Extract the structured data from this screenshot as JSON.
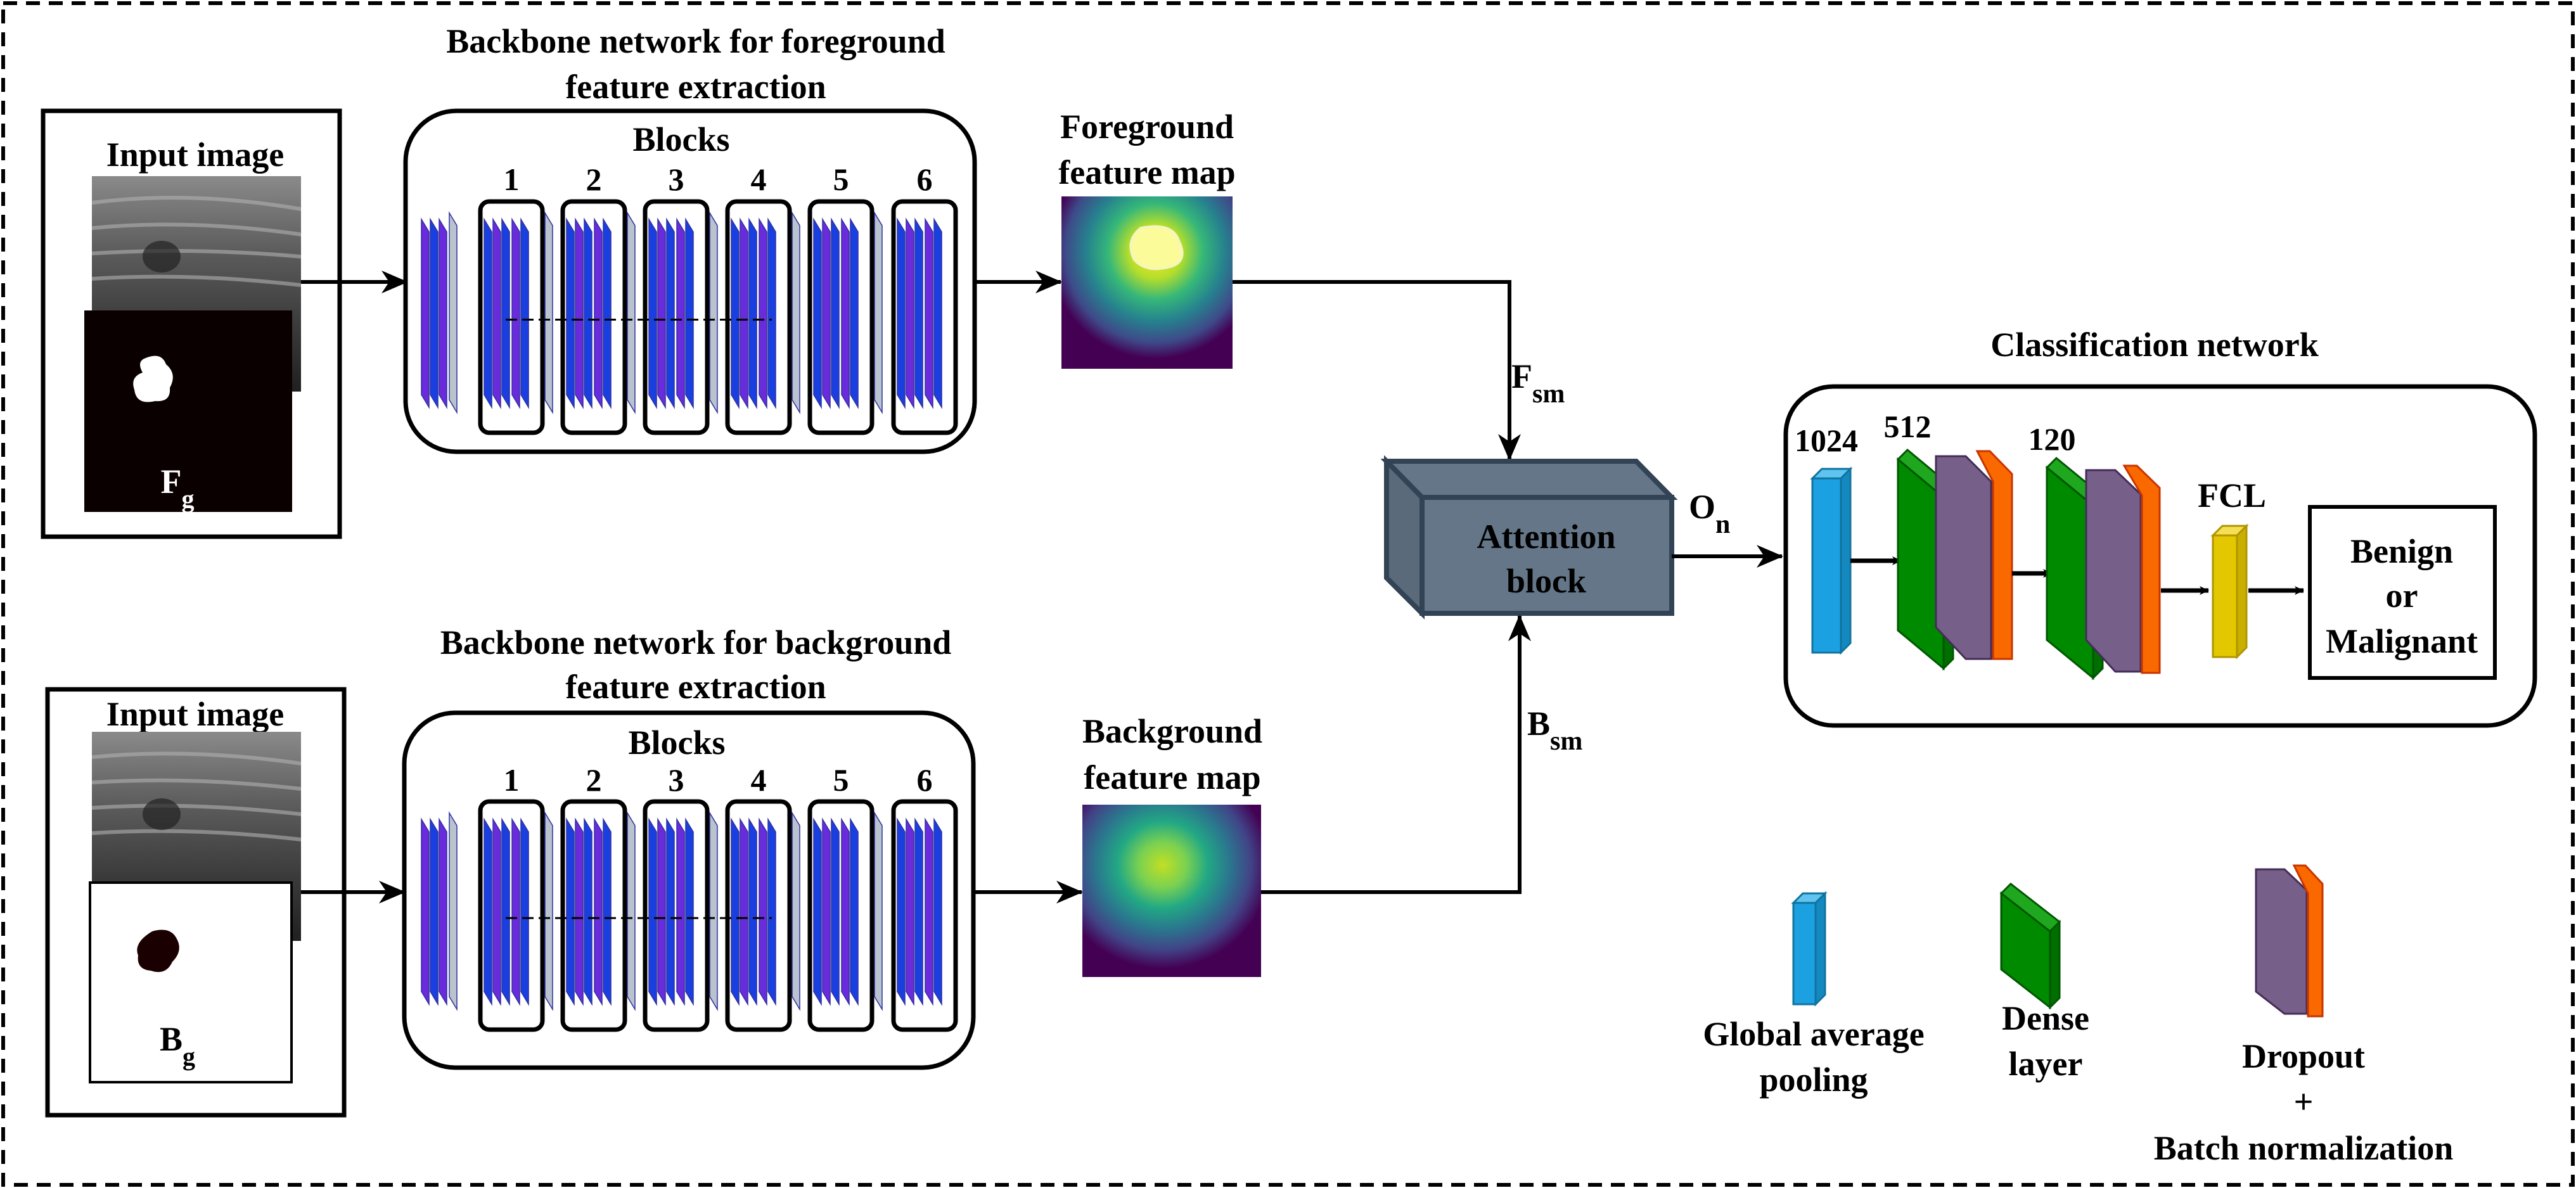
{
  "colors": {
    "conv_blue": "#1a3fe0",
    "conv_purple": "#6a2bdc",
    "pool_gray": "#b9c3cd",
    "attention_fill": "#647687",
    "attention_stroke": "#314354",
    "gap_blue": "#1ba1e2",
    "dense_green": "#008a00",
    "dropout_purple": "#76608a",
    "bn_orange": "#fa6800",
    "fcl_yellow": "#e3c800"
  },
  "icons": {
    "input_image_foreground": "ultrasound-with-foreground-mask",
    "input_image_background": "ultrasound-with-background-mask",
    "feature_map_foreground": "viridis-heatmap",
    "feature_map_background": "viridis-heatmap",
    "attention_block": "3d-box"
  },
  "foreground": {
    "input_title": "Input image",
    "mask_label_main": "F",
    "mask_label_sub": "g",
    "backbone_title_line1": "Backbone network for foreground",
    "backbone_title_line2": "feature extraction",
    "blocks_title": "Blocks",
    "block_numbers": [
      "1",
      "2",
      "3",
      "4",
      "5",
      "6"
    ],
    "feature_map_line1": "Foreground",
    "feature_map_line2": "feature map",
    "output_label_main": "F",
    "output_label_sub": "sm"
  },
  "background": {
    "input_title": "Input image",
    "mask_label_main": "B",
    "mask_label_sub": "g",
    "backbone_title_line1": "Backbone network for background",
    "backbone_title_line2": "feature extraction",
    "blocks_title": "Blocks",
    "block_numbers": [
      "1",
      "2",
      "3",
      "4",
      "5",
      "6"
    ],
    "feature_map_line1": "Background",
    "feature_map_line2": "feature map",
    "output_label_main": "B",
    "output_label_sub": "sm"
  },
  "attention": {
    "line1": "Attention",
    "line2": "block",
    "output_label_main": "O",
    "output_label_sub": "n"
  },
  "classification": {
    "title": "Classification network",
    "gap_units": "1024",
    "dense1_units": "512",
    "dense2_units": "120",
    "fcl_label": "FCL",
    "output_line1": "Benign",
    "output_line2": "or",
    "output_line3": "Malignant"
  },
  "legend": {
    "gap_line1": "Global average",
    "gap_line2": "pooling",
    "dense_line1": "Dense",
    "dense_line2": "layer",
    "dropout_line1": "Dropout",
    "dropout_line2": "+",
    "dropout_line3": "Batch normalization"
  }
}
